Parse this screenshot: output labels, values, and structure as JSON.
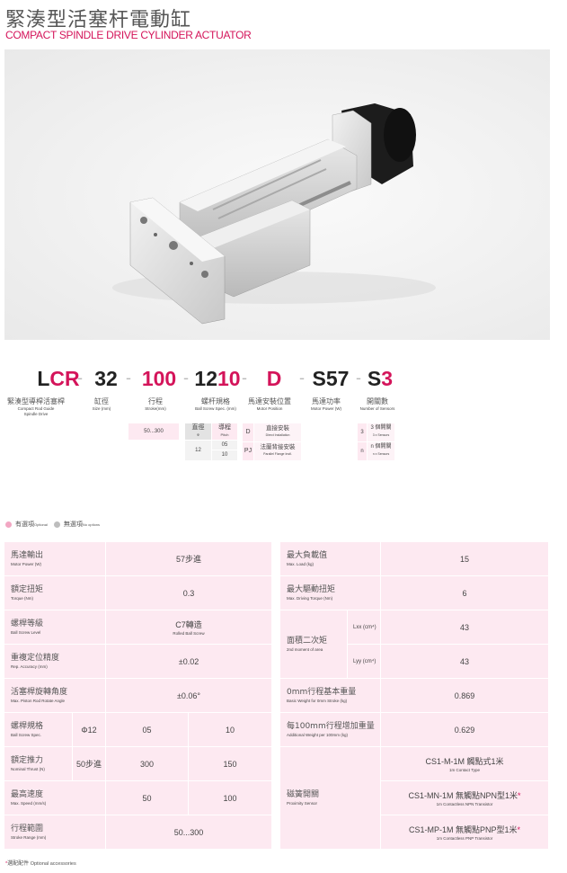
{
  "header": {
    "title_zh": "緊湊型活塞杆電動缸",
    "title_en": "COMPACT SPINDLE DRIVE CYLINDER ACTUATOR"
  },
  "product_image": {
    "alt": "Compact spindle drive cylinder actuator with stepper motor (3D render)"
  },
  "model_code": {
    "separator": "-",
    "segments": [
      {
        "code": "LCR",
        "code_black": "L",
        "code_red": "CR",
        "label_zh": "緊湊型導桿活塞桿",
        "label_en": "Compact Rod Guide Spindle Drive"
      },
      {
        "code": "32",
        "code_black": "32",
        "code_red": "",
        "label_zh": "缸徑",
        "label_en": "Size (mm)"
      },
      {
        "code": "100",
        "code_black": "",
        "code_red": "100",
        "label_zh": "行程",
        "label_en": "Stroke(mm)"
      },
      {
        "code": "1210",
        "code_black": "12",
        "code_red": "10",
        "label_zh": "螺杆規格",
        "label_en": "Ball Screw Spec. (mm)"
      },
      {
        "code": "D",
        "code_black": "",
        "code_red": "D",
        "label_zh": "馬達安裝位置",
        "label_en": "Motor Position"
      },
      {
        "code": "S57",
        "code_black": "S57",
        "code_red": "",
        "label_zh": "馬達功率",
        "label_en": "Motor Power (W)"
      },
      {
        "code": "S3",
        "code_black": "S",
        "code_red": "3",
        "label_zh": "開關數",
        "label_en": "Number of Sensors"
      }
    ],
    "stroke_option": "50...300",
    "screw_options": {
      "diameter_header_zh": "直徑",
      "diameter_header_en": "Φ",
      "pitch_header_zh": "導程",
      "pitch_header_en": "Pitch",
      "diameter": "12",
      "pitches": [
        "05",
        "10"
      ]
    },
    "motor_position_options": [
      {
        "code": "D",
        "label_zh": "直接安裝",
        "label_en": "Direct Installation"
      },
      {
        "code": "PJ",
        "label_zh": "法蘭背接安裝",
        "label_en": "Parallel Flange Instl."
      }
    ],
    "sensor_options": [
      {
        "code": "3",
        "label_zh": "3 個開關",
        "label_en": "3 x Sensors"
      },
      {
        "code": "n",
        "label_zh": "n 個開關",
        "label_en": "n x Sensors"
      }
    ]
  },
  "legend": {
    "optional_zh": "有選項",
    "optional_en": "Optional",
    "optional_color": "#f2a7c3",
    "no_option_zh": "無選項",
    "no_option_en": "No options",
    "no_option_color": "#bdbdbd"
  },
  "spec_left": {
    "rows": [
      {
        "label_zh": "馬達輸出",
        "label_en": "Motor Power (W)",
        "value": "57步進"
      },
      {
        "label_zh": "額定扭矩",
        "label_en": "Torque (Nm)",
        "value": "0.3"
      },
      {
        "label_zh": "螺桿等級",
        "label_en": "Ball Screw Level",
        "value": "C7轉造",
        "value_en": "Rolled Ball Screw"
      },
      {
        "label_zh": "重複定位精度",
        "label_en": "Rep. Accuracy (mm)",
        "value": "±0.02"
      },
      {
        "label_zh": "活塞桿旋轉角度",
        "label_en": "Max. Piston Rod Rotate Angle",
        "value": "±0.06°"
      },
      {
        "label_zh": "螺桿規格",
        "label_en": "Ball Screw Spec.",
        "sub": "Φ12",
        "values": [
          "05",
          "10"
        ]
      },
      {
        "label_zh": "額定推力",
        "label_en": "Nominal Thrust (N)",
        "sub": "50步進",
        "values": [
          "300",
          "150"
        ]
      },
      {
        "label_zh": "最高速度",
        "label_en": "Max. Speed (mm/s)",
        "values": [
          "50",
          "100"
        ]
      },
      {
        "label_zh": "行程範圍",
        "label_en": "Stroke Range (mm)",
        "value": "50...300"
      }
    ]
  },
  "spec_right": {
    "rows": [
      {
        "label_zh": "最大負載值",
        "label_en": "Max. Load (kg)",
        "value": "15"
      },
      {
        "label_zh": "最大驅動扭矩",
        "label_en": "Max. Driving Torque (Nm)",
        "value": "6"
      },
      {
        "label_zh": "面積二次矩",
        "label_en": "2nd moment of area",
        "subrows": [
          {
            "sub": "Lxx (cm⁴)",
            "value": "43"
          },
          {
            "sub": "Lyy (cm⁴)",
            "value": "43"
          }
        ]
      },
      {
        "label_zh": "0mm行程基本重量",
        "label_en": "Basic Weight for 0mm Stroke (kg)",
        "value": "0.869"
      },
      {
        "label_zh": "每100mm行程增加重量",
        "label_en": "Additional Weight per 100mm (kg)",
        "value": "0.629"
      },
      {
        "label_zh": "磁簧開關",
        "label_en": "Proximity Sensor",
        "options": [
          {
            "value": "CS1-M-1M 觸點式1米",
            "value_en": "1m Contact Type",
            "star": ""
          },
          {
            "value": "CS1-MN-1M 無觸點NPN型1米",
            "value_en": "1m Contactless NPN Transistor",
            "star": "*"
          },
          {
            "value": "CS1-MP-1M 無觸點PNP型1米",
            "value_en": "1m Contactless PNP Transistor",
            "star": "*"
          }
        ]
      }
    ]
  },
  "footnote": {
    "star": "*",
    "text_zh": "選配配件",
    "text_en": "Optional accessories"
  },
  "colors": {
    "accent": "#d4145a",
    "table_bg": "#fde9f1",
    "text": "#444444"
  }
}
